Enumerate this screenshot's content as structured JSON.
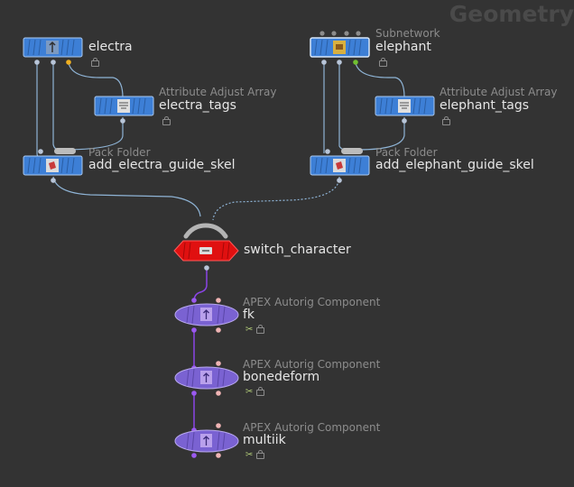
{
  "network": {
    "title": "Geometry"
  },
  "nodes": {
    "electra": {
      "name": "electra"
    },
    "electra_tags": {
      "type": "Attribute Adjust Array",
      "name": "electra_tags"
    },
    "add_electra": {
      "type": "Pack Folder",
      "name": "add_electra_guide_skel"
    },
    "elephant": {
      "type": "Subnetwork",
      "name": "elephant"
    },
    "elephant_tags": {
      "type": "Attribute Adjust Array",
      "name": "elephant_tags"
    },
    "add_elephant": {
      "type": "Pack Folder",
      "name": "add_elephant_guide_skel"
    },
    "switch": {
      "name": "switch_character"
    },
    "fk": {
      "type": "APEX Autorig Component",
      "name": "fk"
    },
    "bonedeform": {
      "type": "APEX Autorig Component",
      "name": "bonedeform"
    },
    "multiik": {
      "type": "APEX Autorig Component",
      "name": "multiik"
    }
  },
  "colors": {
    "background": "#333333",
    "sop_node": "#3d7fd6",
    "switch_node": "#e01010",
    "apex_node": "#7a62d2",
    "wire": "#8fb4d6",
    "apex_wire": "#8a44e6"
  }
}
